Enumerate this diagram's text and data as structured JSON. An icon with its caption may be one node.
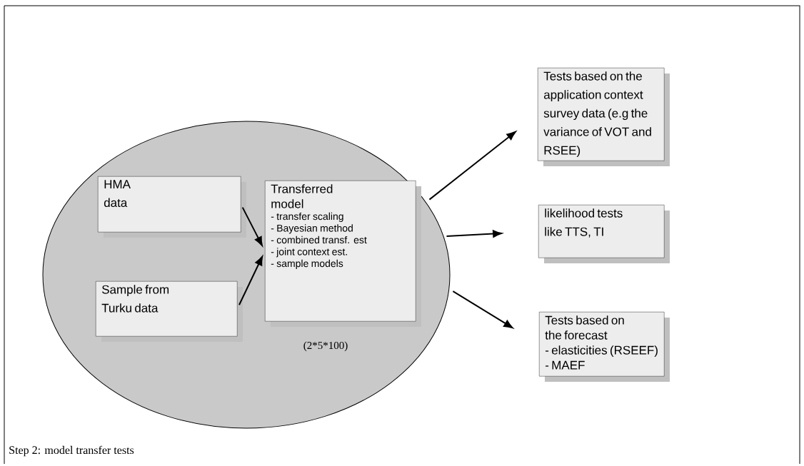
{
  "diagram": {
    "caption": "Step 2: model transfer tests",
    "nodes": [
      {
        "text": [],
        "shape": "ellipse"
      },
      {
        "text": [
          "HMA data"
        ],
        "in": 0
      },
      {
        "text": [
          "Sample from Turku data"
        ],
        "in": 0
      },
      {
        "text": [
          "Transferred model",
          "- transfer scaling",
          "- Bayesian method",
          "- combined transf. est",
          "- joint context est.",
          "- sample models"
        ],
        "in": 0,
        "beside": [
          "(2*5*100)"
        ]
      },
      {
        "text": [
          "Tests based on the application context survey data (e.g the variance of VOT and RSEE)"
        ]
      },
      {
        "text": [
          "likelihood tests like TTS, TI"
        ]
      },
      {
        "text": [
          "Tests based on the forecast",
          "- elasticities (RSEEF)",
          "- MAEF"
        ]
      }
    ],
    "edges": [
      {
        "from": 1,
        "to": 3,
        "arrow": "to"
      },
      {
        "from": 2,
        "to": 3,
        "arrow": "to"
      },
      {
        "from": 0,
        "to": 4,
        "arrow": "to"
      },
      {
        "from": 0,
        "to": 5,
        "arrow": "to"
      },
      {
        "from": 0,
        "to": 6,
        "arrow": "to"
      }
    ]
  }
}
